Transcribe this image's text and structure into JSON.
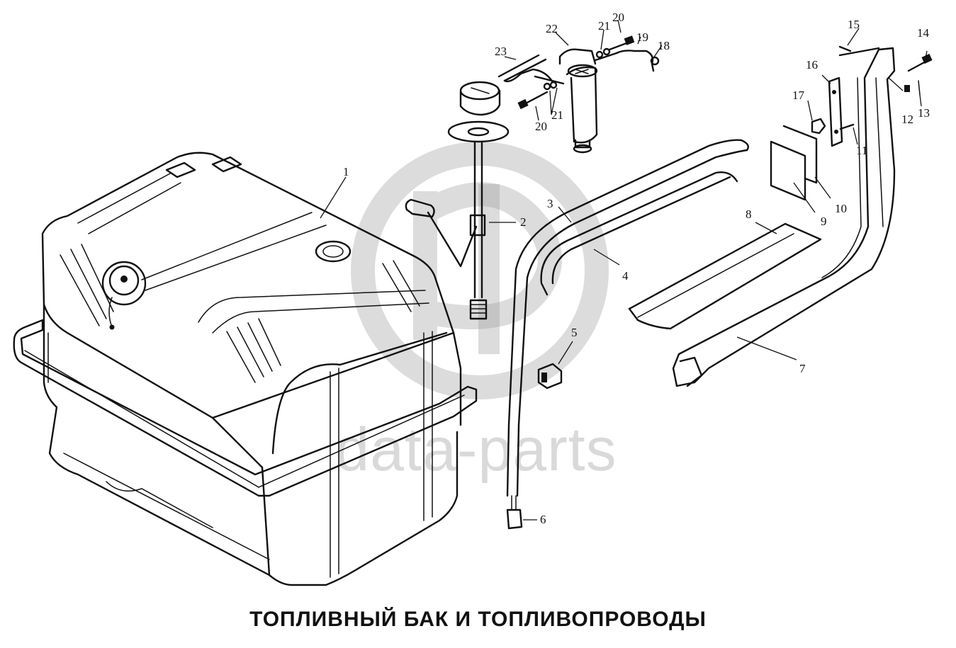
{
  "diagram": {
    "caption": "ТОПЛИВНЫЙ БАК И ТОПЛИВОПРОВОДЫ",
    "watermark": "data-parts",
    "callouts": [
      "1",
      "2",
      "3",
      "4",
      "5",
      "6",
      "7",
      "8",
      "9",
      "10",
      "11",
      "12",
      "13",
      "14",
      "15",
      "16",
      "17",
      "18",
      "19",
      "20",
      "20",
      "21",
      "21",
      "22",
      "23"
    ]
  },
  "colors": {
    "ink": "#111111",
    "background": "#ffffff",
    "watermark": "#9a9a9a"
  }
}
